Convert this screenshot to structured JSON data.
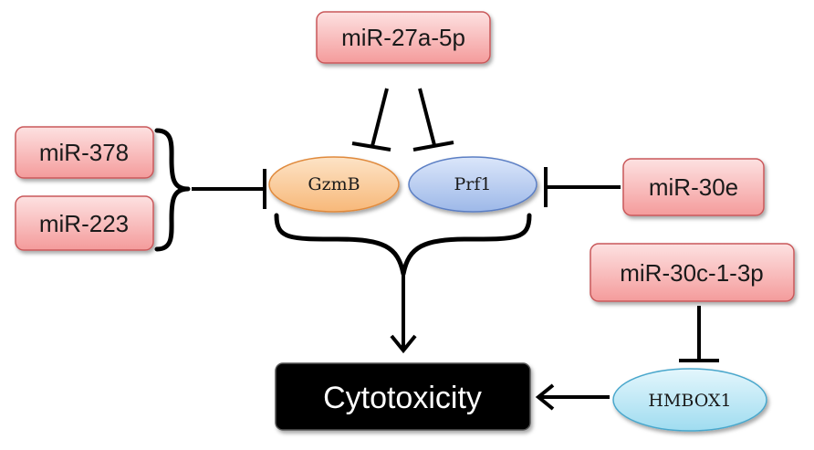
{
  "colors": {
    "mirna_fill_top": "#fde1e1",
    "mirna_fill_bottom": "#f49b9b",
    "mirna_stroke": "#c9585a",
    "gzmb_fill": "#f7b879",
    "prf1_fill": "#9db8e8",
    "hmbox1_fill": "#9fdcf0",
    "output_fill": "#000000",
    "line": "#000000"
  },
  "nodes": {
    "mir27a": "miR-27a-5p",
    "mir378": "miR-378",
    "mir223": "miR-223",
    "mir30e": "miR-30e",
    "mir30c": "miR-30c-1-3p",
    "gzmb": "GzmB",
    "prf1": "Prf1",
    "hmbox1": "HMBOX1",
    "output": "Cytotoxicity"
  },
  "relations": [
    {
      "from": "miR-27a-5p",
      "to": "GzmB",
      "type": "inhibits"
    },
    {
      "from": "miR-27a-5p",
      "to": "Prf1",
      "type": "inhibits"
    },
    {
      "from": "miR-378",
      "to": "GzmB",
      "type": "inhibits"
    },
    {
      "from": "miR-223",
      "to": "GzmB",
      "type": "inhibits"
    },
    {
      "from": "miR-30e",
      "to": "Prf1",
      "type": "inhibits"
    },
    {
      "from": "GzmB",
      "to": "Cytotoxicity",
      "type": "promotes"
    },
    {
      "from": "Prf1",
      "to": "Cytotoxicity",
      "type": "promotes"
    },
    {
      "from": "miR-30c-1-3p",
      "to": "HMBOX1",
      "type": "inhibits"
    },
    {
      "from": "HMBOX1",
      "to": "Cytotoxicity",
      "type": "promotes"
    }
  ]
}
